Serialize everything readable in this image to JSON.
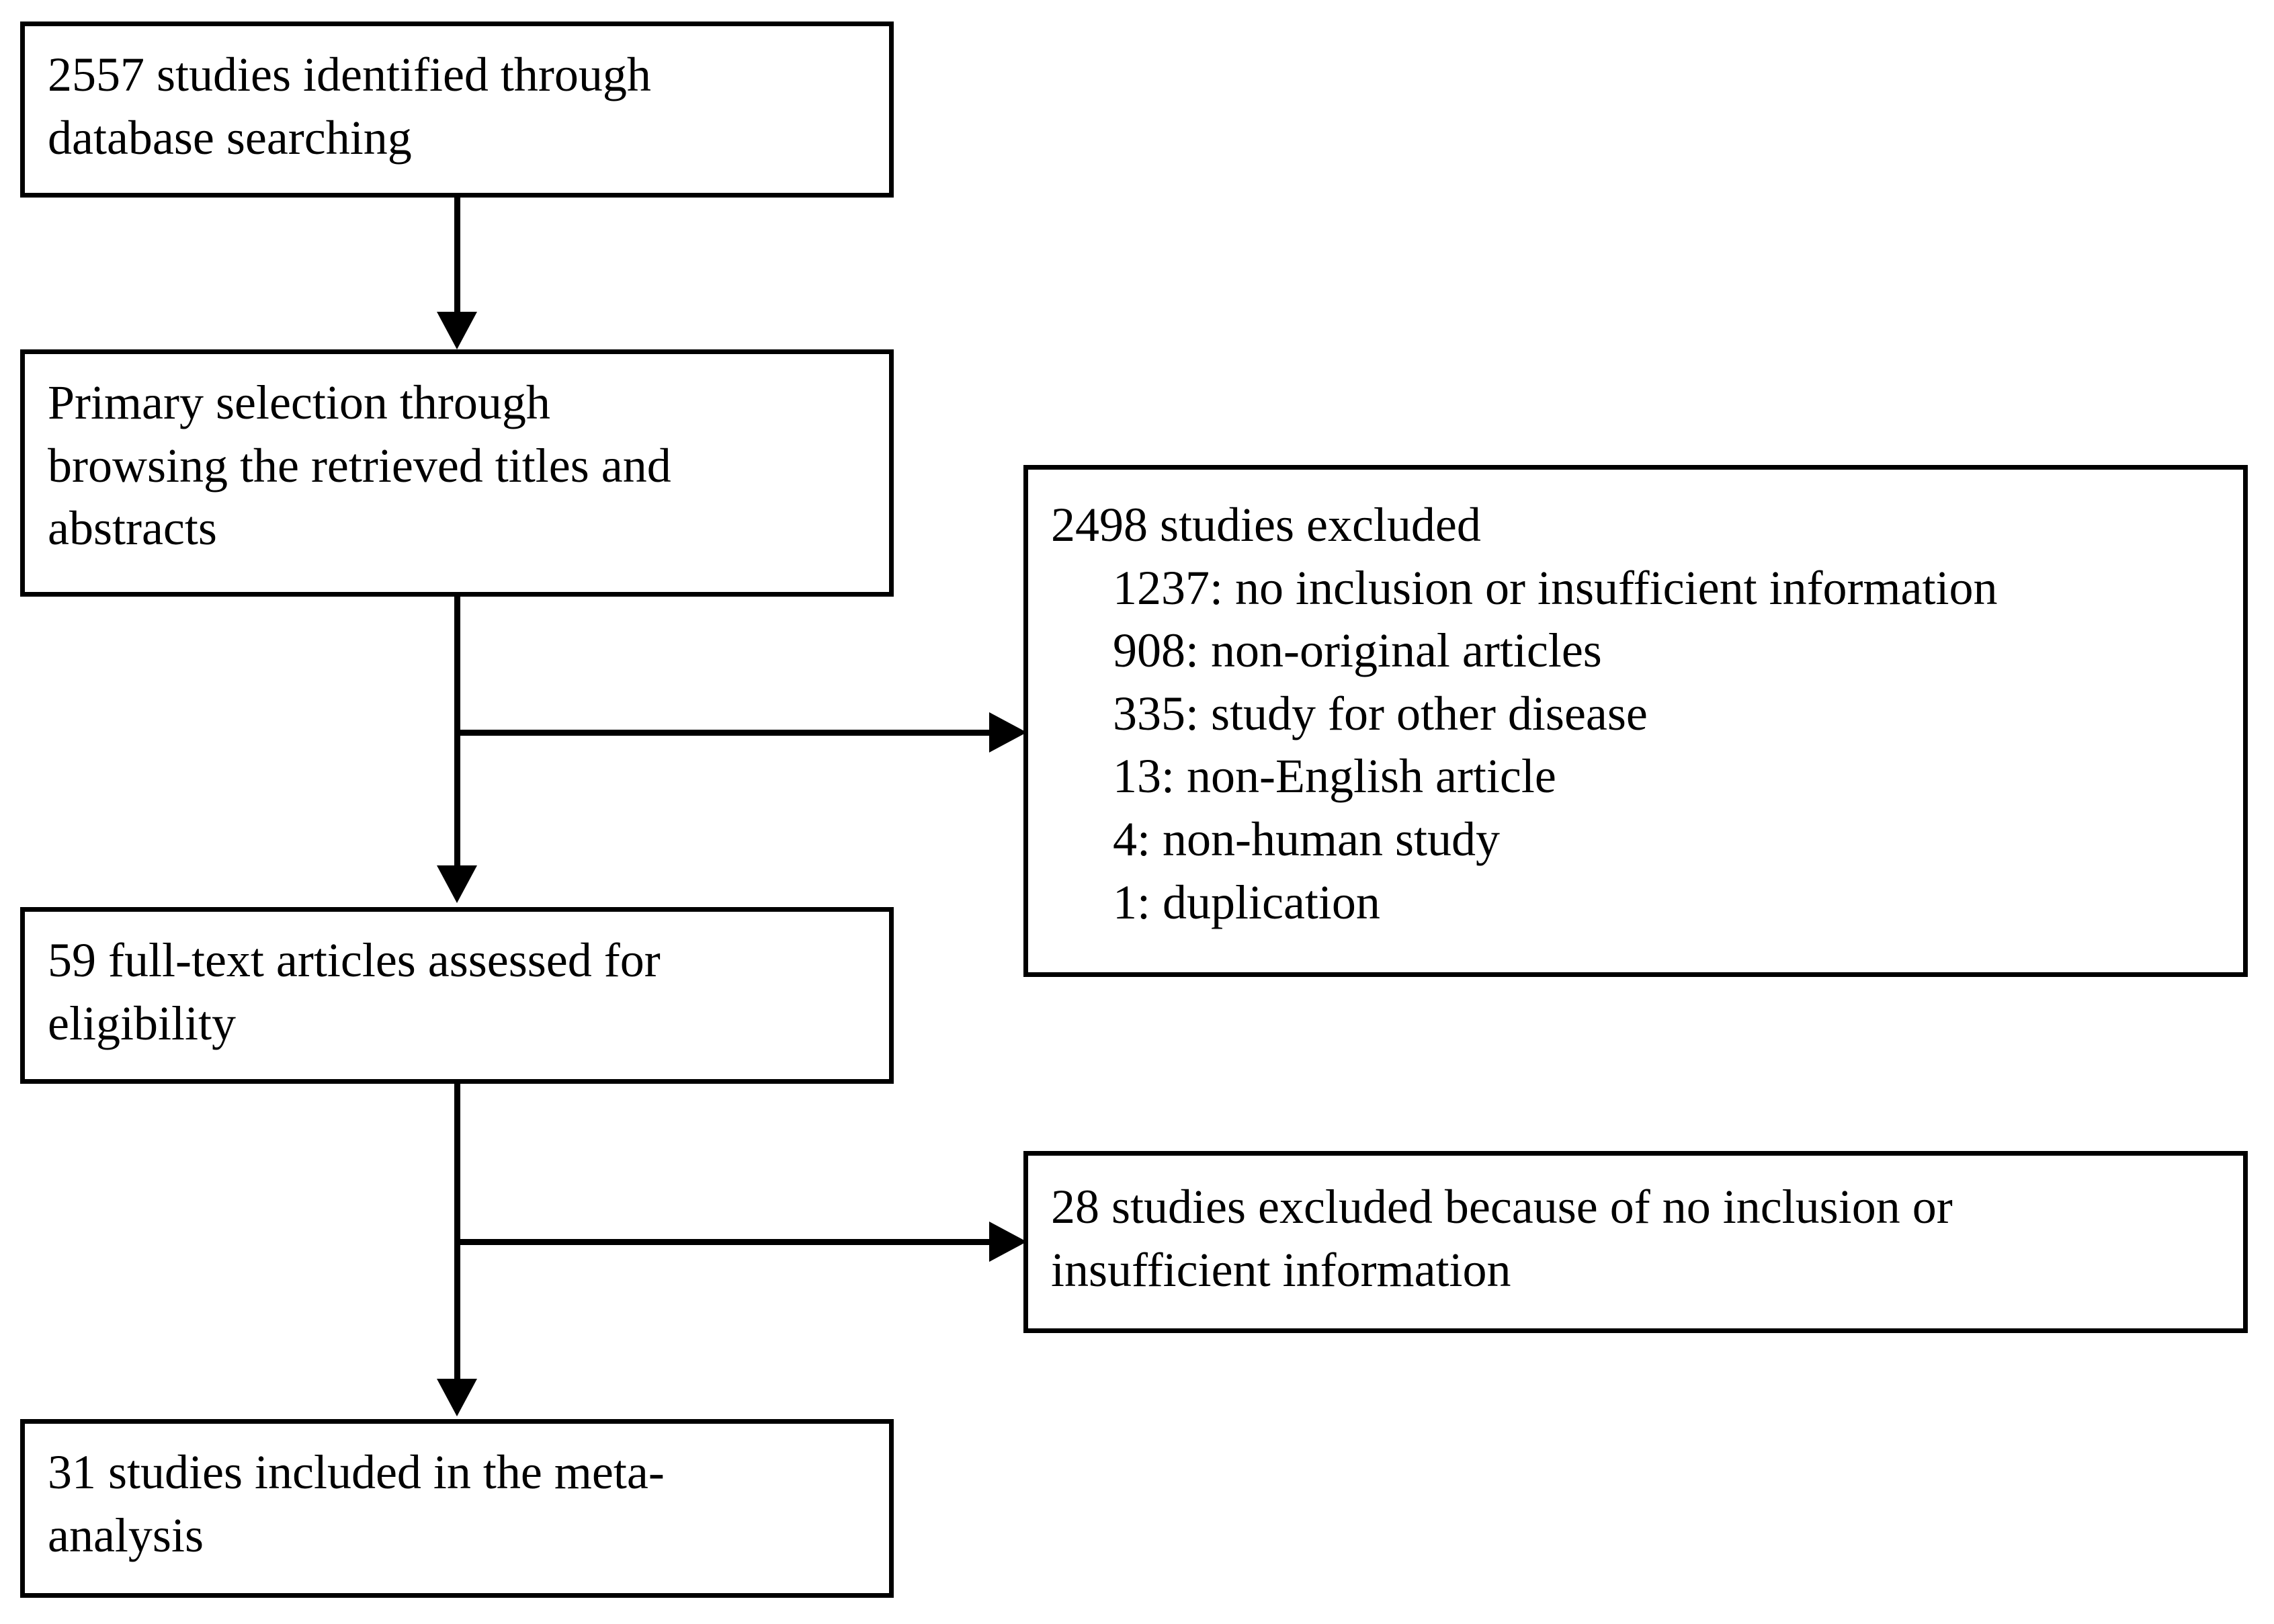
{
  "diagram": {
    "type": "prisma-flow-diagram",
    "boxes": {
      "identified": {
        "line1": "2557 studies identified through",
        "line2": "database searching"
      },
      "primary_selection": {
        "line1": "Primary selection through",
        "line2": "browsing the retrieved titles and",
        "line3": "abstracts"
      },
      "full_text": {
        "line1": "59 full-text articles assessed for",
        "line2": "eligibility"
      },
      "included": {
        "line1": "31 studies included in the meta-",
        "line2": "analysis"
      },
      "excluded_screening": {
        "heading": "2498 studies excluded",
        "reasons": [
          "1237: no inclusion or insufficient information",
          "908: non-original articles",
          "335: study for other disease",
          "13: non-English article",
          "4: non-human study",
          "1: duplication"
        ]
      },
      "excluded_eligibility": {
        "line1": "28 studies excluded because of no inclusion or",
        "line2": "insufficient information"
      }
    },
    "counts": {
      "identified": 2557,
      "excluded_screening_total": 2498,
      "full_text_assessed": 59,
      "excluded_eligibility": 28,
      "included_meta_analysis": 31
    },
    "colors": {
      "stroke": "#000000",
      "fill": "#ffffff",
      "text": "#000000"
    }
  }
}
